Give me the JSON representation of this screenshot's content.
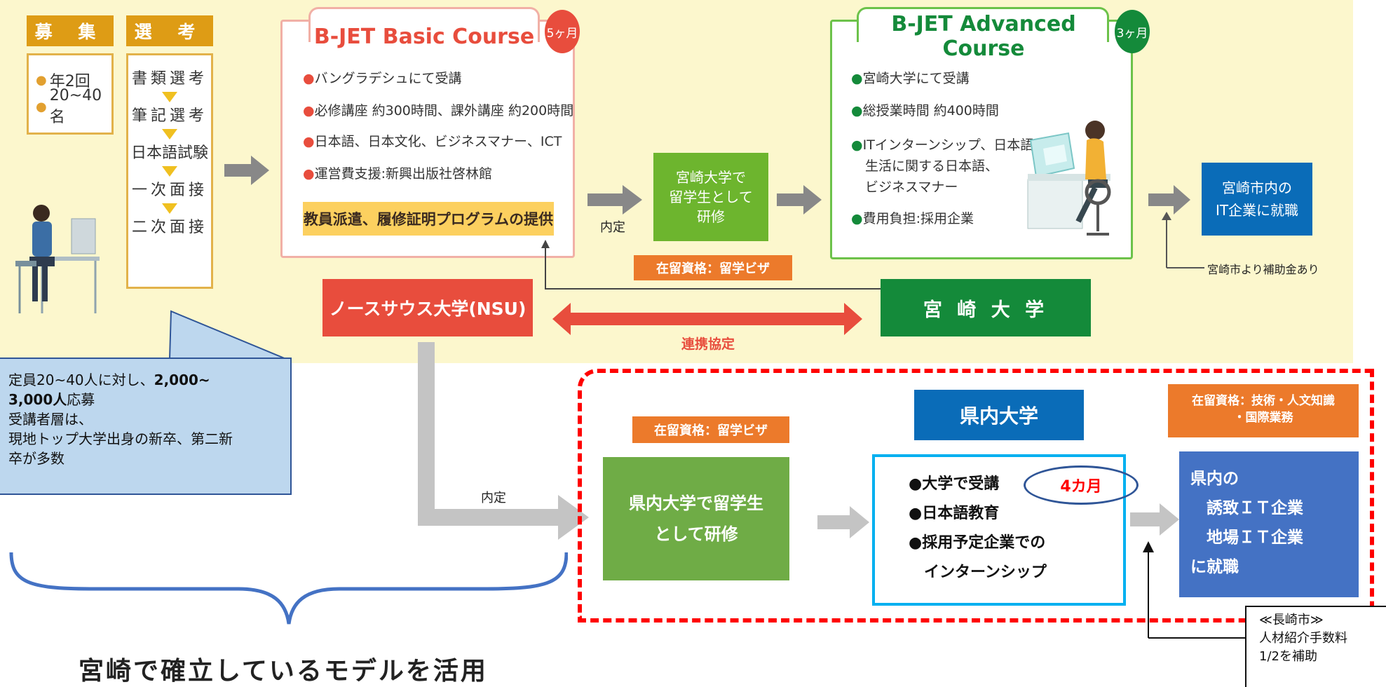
{
  "recruit": {
    "header": "募 集",
    "items": [
      "年2回",
      "20~40名"
    ]
  },
  "selection": {
    "header": "選 考",
    "steps": [
      "書類選考",
      "筆記選考",
      "日本語試験",
      "一次面接",
      "二次面接"
    ]
  },
  "basic_course": {
    "title": "B-JET Basic Course",
    "duration": "5ヶ月",
    "items": [
      "バングラデシュにて受講",
      "必修講座 約300時間、課外講座 約200時間",
      "日本語、日本文化、ビジネスマナー、ICT",
      "運営費支援:新興出版社啓林館"
    ],
    "highlight": "教員派遣、履修証明プログラムの提供"
  },
  "advanced_course": {
    "title": "B-JET Advanced Course",
    "duration": "3ヶ月",
    "items": [
      "宮崎大学にて受講",
      "総授業時間 約400時間",
      "ITインターンシップ、日本語、",
      "生活に関する日本語、",
      "ビジネスマナー",
      "費用負担:採用企業"
    ]
  },
  "miyazaki_training": [
    "宮崎大学で",
    "留学生として",
    "研修"
  ],
  "naitei_top": "内定",
  "visa_top": "在留資格：留学ビザ",
  "employment_top": [
    "宮崎市内の",
    "IT企業に就職"
  ],
  "subsidy_top": "宮崎市より補助金あり",
  "nsu": "ノースサウス大学(NSU)",
  "miyazaki_univ": "宮 崎 大 学",
  "partnership": "連携協定",
  "callout": {
    "line1_plain": "定員20~40人に対し、",
    "line1_bold": "2,000~",
    "line2_bold": "3,000人",
    "line2_plain": "応募",
    "line3": "受講者層は、",
    "line4": "現地トップ大学出身の新卒、第二新",
    "line5": "卒が多数"
  },
  "naitei_bottom": "内定",
  "visa_bottom": "在留資格：留学ビザ",
  "pref_training": [
    "県内大学で留学生",
    "として研修"
  ],
  "pref_univ_label": "県内大学",
  "pref_items": [
    "●大学で受講",
    "●日本語教育",
    "●採用予定企業での",
    "　インターンシップ"
  ],
  "pref_duration": "4カ月",
  "visa_work": [
    "在留資格：技術・人文知識",
    "・国際業務"
  ],
  "pref_employment": [
    "県内の",
    "　誘致ＩＴ企業",
    "　地場ＩＴ企業",
    "に就職"
  ],
  "nagasaki_note": [
    "≪長崎市≫",
    "人材紹介手数料",
    "1/2を補助"
  ],
  "bottom_caption": "宮崎で確立しているモデルを活用",
  "colors": {
    "band": "#fcf7cd",
    "recruit_header": "#de9c15",
    "basic_red": "#e84d3d",
    "advanced_green": "#148a3a",
    "training_green": "#6db52e",
    "orange": "#ec7a2b",
    "blue": "#0a6cb8",
    "pref_green": "#6fac46",
    "pref_blue": "#4472c4",
    "dashed_red": "#ff0000"
  }
}
